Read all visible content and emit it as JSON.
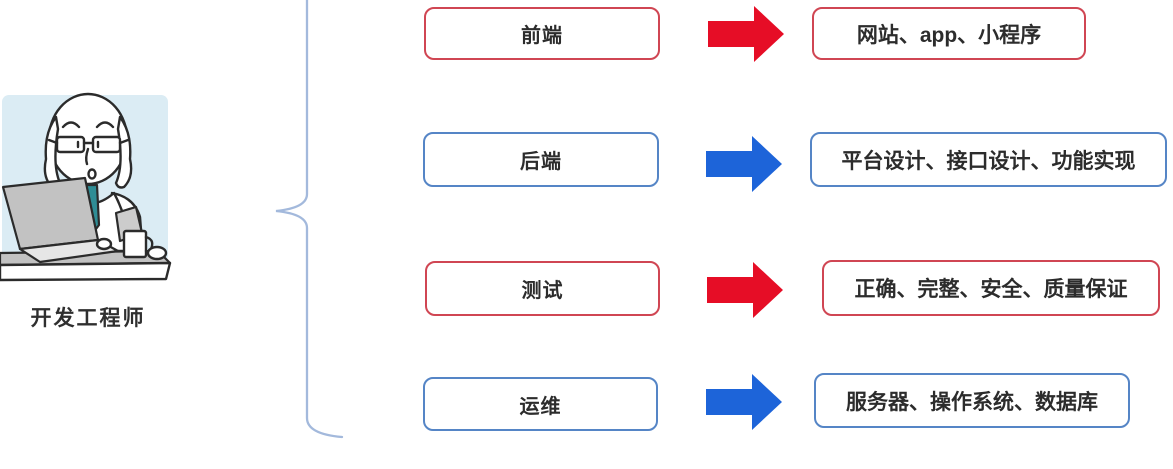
{
  "figure": {
    "caption": "开发工程师",
    "illustration": "developer-at-laptop-cartoon"
  },
  "rows": [
    {
      "category": "前端",
      "description": "网站、app、小程序",
      "color": "red"
    },
    {
      "category": "后端",
      "description": "平台设计、接口设计、功能实现",
      "color": "blue"
    },
    {
      "category": "测试",
      "description": "正确、完整、安全、质量保证",
      "color": "red"
    },
    {
      "category": "运维",
      "description": "服务器、操作系统、数据库",
      "color": "blue"
    }
  ],
  "colors": {
    "red_border": "#d04653",
    "blue_border": "#5585c6",
    "red_arrow": "#e60d26",
    "blue_arrow": "#1d64d9",
    "brace": "#a3b9dc",
    "figure_bg": "#dbecf4"
  }
}
